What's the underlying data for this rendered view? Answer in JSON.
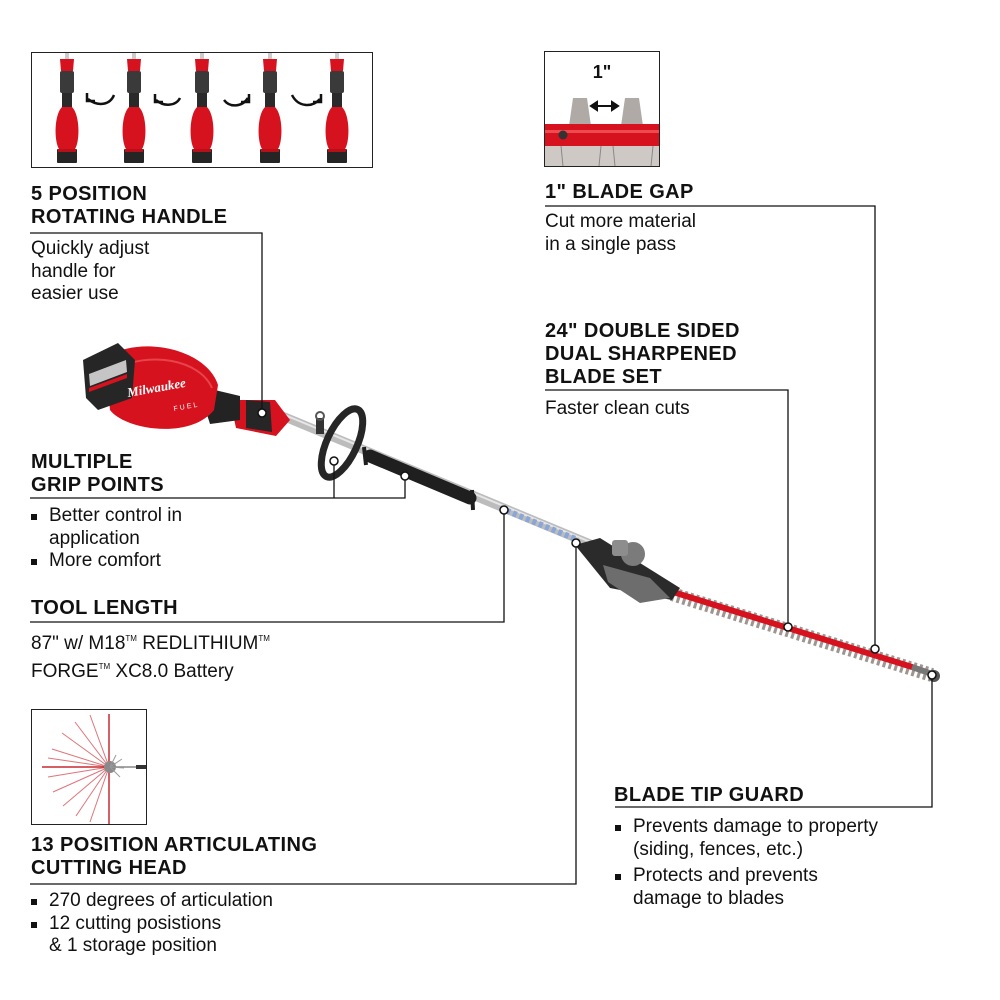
{
  "colors": {
    "brand_red": "#d5121e",
    "text": "#111111",
    "tool_black": "#232323",
    "shaft_gray": "#bcbcbc",
    "line": "#111111"
  },
  "insets": {
    "rotating_handle": {
      "icon": "rotating-handle-positions-photo",
      "positions": 5,
      "arrows": [
        "rotate-left-arrow",
        "rotate-left-arrow",
        "rotate-right-arrow",
        "rotate-right-arrow"
      ]
    },
    "blade_gap": {
      "icon": "blade-gap-closeup-photo",
      "label": "1\"",
      "arrow": "double-arrow-icon"
    },
    "articulating_head": {
      "icon": "articulation-fan-diagram",
      "positions": 13
    }
  },
  "callouts": {
    "rotating_handle": {
      "title_line1": "5 POSITION",
      "title_line2": "ROTATING HANDLE",
      "body_lines": [
        "Quickly adjust",
        "handle for",
        "easier use"
      ]
    },
    "blade_gap": {
      "title": "1\" BLADE GAP",
      "body_lines": [
        "Cut more material",
        "in a single pass"
      ]
    },
    "blade_set": {
      "title_lines": [
        "24\" DOUBLE SIDED",
        "DUAL SHARPENED",
        "BLADE SET"
      ],
      "body": "Faster clean cuts"
    },
    "grip_points": {
      "title_lines": [
        "MULTIPLE",
        "GRIP POINTS"
      ],
      "bullets": [
        "Better control in",
        "More comfort"
      ],
      "bullet1_continuation": "application"
    },
    "tool_length": {
      "title": "TOOL LENGTH",
      "line1_a": "87\" w/ M18",
      "line1_b": " REDLITHIUM",
      "line2_a": "FORGE",
      "line2_b": " XC8.0 Battery",
      "tm": "TM"
    },
    "articulating_head": {
      "title_lines": [
        "13 POSITION ARTICULATING",
        "CUTTING HEAD"
      ],
      "bullets": [
        "270 degrees of articulation",
        "12 cutting posistions"
      ],
      "bullet2_continuation": "& 1 storage position"
    },
    "tip_guard": {
      "title": "BLADE TIP GUARD",
      "bullets": [
        "Prevents damage to property",
        "Protects and prevents"
      ],
      "bullet1_continuation": "(siding, fences, etc.)",
      "bullet2_continuation": "damage to blades"
    }
  },
  "product": {
    "brand_text": "Milwaukee",
    "sub_brand_text": "FUEL",
    "icon": "pole-hedge-trimmer-photo"
  }
}
